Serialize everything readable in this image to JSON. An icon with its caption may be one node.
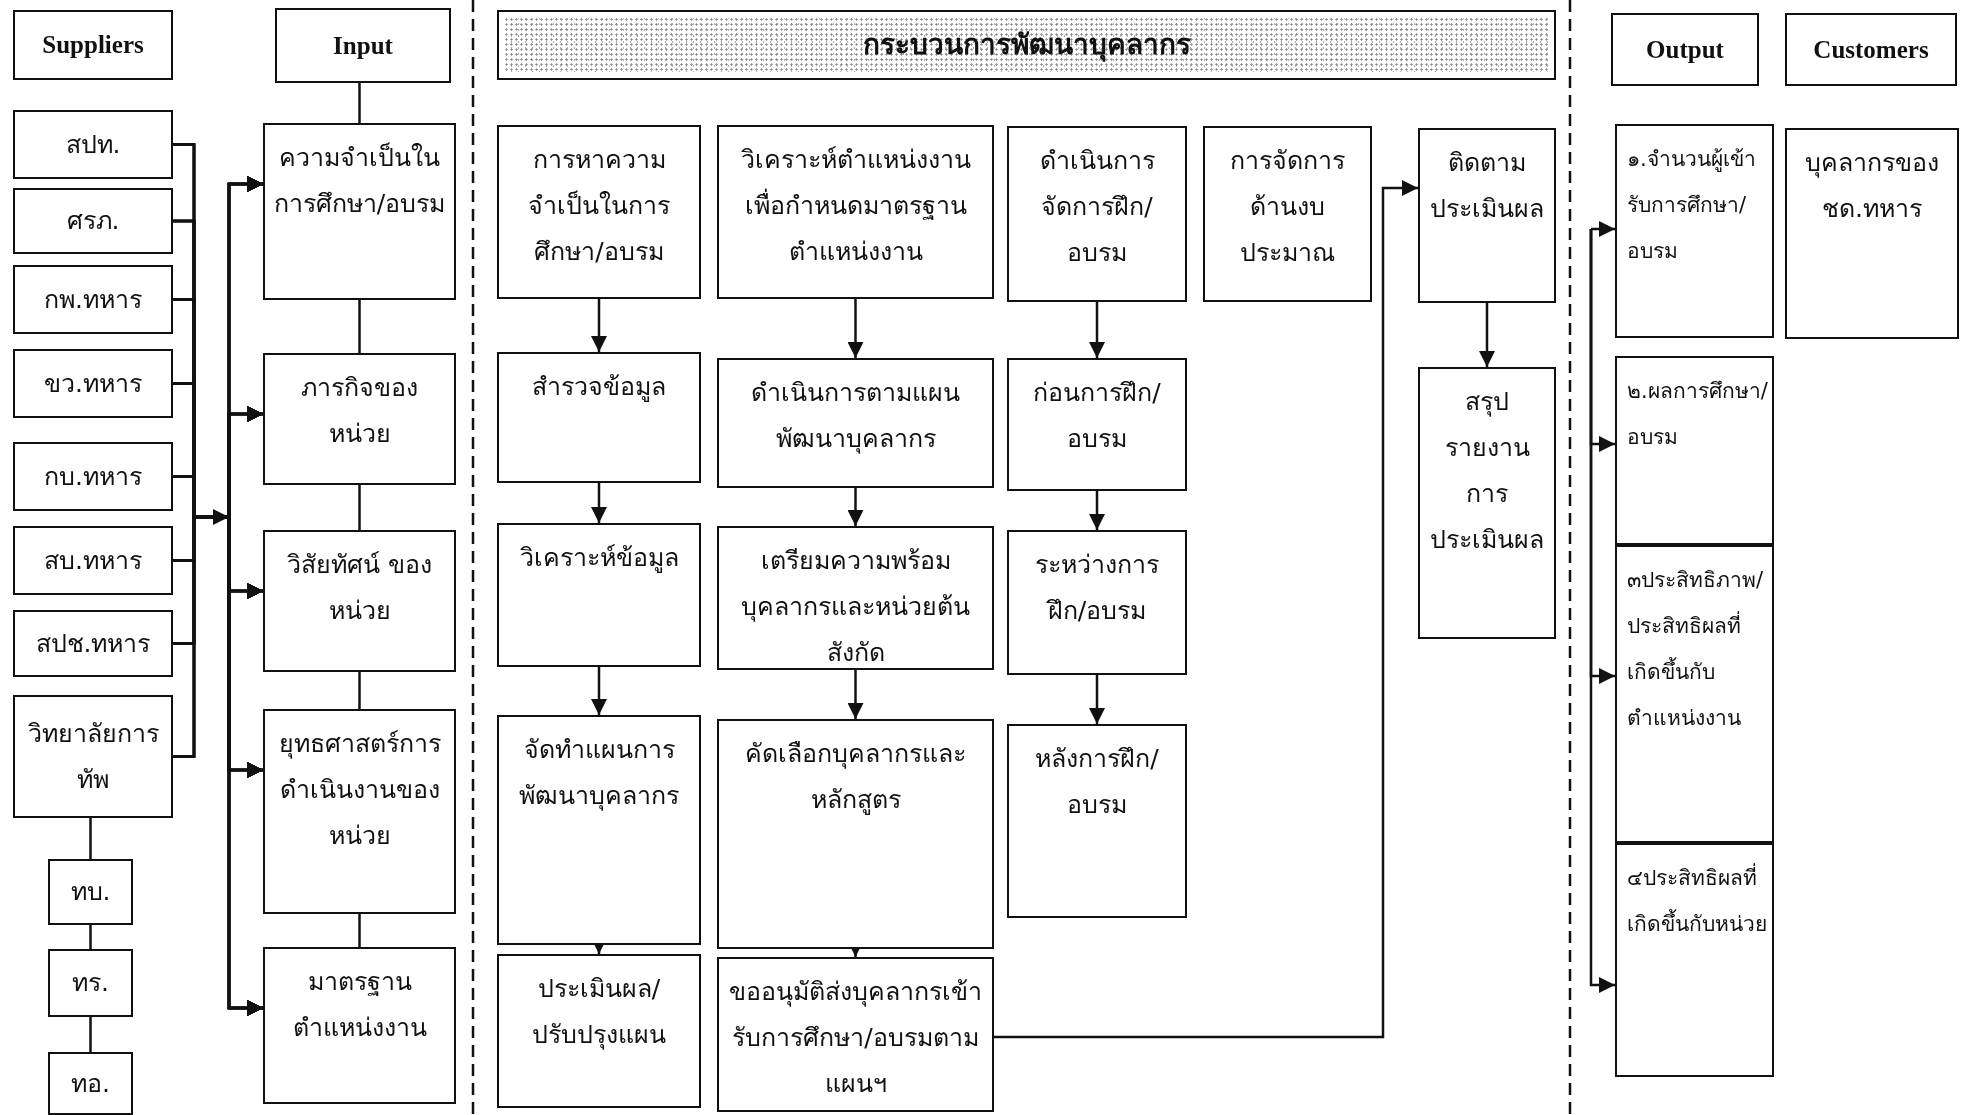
{
  "diagram": {
    "nodes": [
      {
        "text": [
          "Suppliers"
        ]
      },
      {
        "text": [
          "Input"
        ]
      },
      {
        "text": [
          "กระบวนการพัฒนาบุคลากร"
        ]
      },
      {
        "text": [
          "Output"
        ]
      },
      {
        "text": [
          "Customers"
        ]
      },
      {
        "text": [
          "สปท."
        ]
      },
      {
        "text": [
          "ศรภ."
        ]
      },
      {
        "text": [
          "กพ.ทหาร"
        ]
      },
      {
        "text": [
          "ขว.ทหาร"
        ]
      },
      {
        "text": [
          "กบ.ทหาร"
        ]
      },
      {
        "text": [
          "สบ.ทหาร"
        ]
      },
      {
        "text": [
          "สปช.ทหาร"
        ]
      },
      {
        "text": [
          "วิทยาลัยการทัพ"
        ]
      },
      {
        "text": [
          "ทบ."
        ]
      },
      {
        "text": [
          "ทร."
        ]
      },
      {
        "text": [
          "ทอ."
        ]
      },
      {
        "text": [
          "ความจำเป็นในการศึกษา/อบรม"
        ]
      },
      {
        "text": [
          "ภารกิจของหน่วย"
        ]
      },
      {
        "text": [
          "วิสัยทัศน์ ของหน่วย"
        ]
      },
      {
        "text": [
          "ยุทธศาสตร์การดำเนินงานของหน่วย"
        ]
      },
      {
        "text": [
          "มาตรฐานตำแหน่งงาน"
        ]
      },
      {
        "text": [
          "การหาความจำเป็นในการศึกษา/อบรม"
        ]
      },
      {
        "text": [
          "สำรวจข้อมูล"
        ]
      },
      {
        "text": [
          "วิเคราะห์ข้อมูล"
        ]
      },
      {
        "text": [
          "จัดทำแผนการพัฒนาบุคลากร"
        ]
      },
      {
        "text": [
          "ประเมินผล/ปรับปรุงแผน"
        ]
      },
      {
        "text": [
          "วิเคราะห์ตำแหน่งงานเพื่อกำหนดมาตรฐานตำแหน่งงาน"
        ]
      },
      {
        "text": [
          "ดำเนินการตามแผนพัฒนาบุคลากร"
        ]
      },
      {
        "text": [
          "เตรียมความพร้อมบุคลากรและหน่วยต้นสังกัด"
        ]
      },
      {
        "text": [
          "คัดเลือกบุคลากรและหลักสูตร"
        ]
      },
      {
        "text": [
          "ขออนุมัติส่งบุคลากรเข้ารับการศึกษา/อบรมตามแผนฯ"
        ]
      },
      {
        "text": [
          "ดำเนินการจัดการฝึก/อบรม"
        ]
      },
      {
        "text": [
          "ก่อนการฝึก/อบรม"
        ]
      },
      {
        "text": [
          "ระหว่างการฝึก/อบรม"
        ]
      },
      {
        "text": [
          "หลังการฝึก/อบรม"
        ]
      },
      {
        "text": [
          "การจัดการด้านงบประมาณ"
        ]
      },
      {
        "text": [
          "ติดตามประเมินผล"
        ]
      },
      {
        "text": [
          "สรุปรายงานการประเมินผล"
        ]
      },
      {
        "text": [
          "๑.จำนวนผู้เข้ารับการศึกษา/อบรม"
        ]
      },
      {
        "text": [
          "๒.ผลการศึกษา/อบรม"
        ]
      },
      {
        "text": [
          "๓ประสิทธิภาพ/ประสิทธิผลที่เกิดขึ้นกับตำแหน่งงาน"
        ]
      },
      {
        "text": [
          "๔ประสิทธิผลที่เกิดขึ้นกับหน่วย"
        ]
      },
      {
        "text": [
          "บุคลากรของชด.ทหาร"
        ]
      }
    ],
    "edges": [
      {
        "from": 1,
        "to": 16,
        "arrow": "none"
      },
      {
        "from": 16,
        "to": 17,
        "arrow": "none"
      },
      {
        "from": 17,
        "to": 18,
        "arrow": "none"
      },
      {
        "from": 18,
        "to": 19,
        "arrow": "none"
      },
      {
        "from": 19,
        "to": 20,
        "arrow": "none"
      },
      {
        "from": 12,
        "to": 13,
        "arrow": "none"
      },
      {
        "from": 13,
        "to": 14,
        "arrow": "none"
      },
      {
        "from": 14,
        "to": 15,
        "arrow": "none"
      },
      {
        "from": 5,
        "to": 16,
        "arrow": "to"
      },
      {
        "from": 5,
        "to": 17,
        "arrow": "to"
      },
      {
        "from": 5,
        "to": 18,
        "arrow": "to"
      },
      {
        "from": 5,
        "to": 19,
        "arrow": "to"
      },
      {
        "from": 5,
        "to": 20,
        "arrow": "to"
      },
      {
        "from": 6,
        "to": 16,
        "arrow": "to"
      },
      {
        "from": 6,
        "to": 17,
        "arrow": "to"
      },
      {
        "from": 6,
        "to": 18,
        "arrow": "to"
      },
      {
        "from": 6,
        "to": 19,
        "arrow": "to"
      },
      {
        "from": 6,
        "to": 20,
        "arrow": "to"
      },
      {
        "from": 7,
        "to": 16,
        "arrow": "to"
      },
      {
        "from": 7,
        "to": 17,
        "arrow": "to"
      },
      {
        "from": 7,
        "to": 18,
        "arrow": "to"
      },
      {
        "from": 7,
        "to": 19,
        "arrow": "to"
      },
      {
        "from": 7,
        "to": 20,
        "arrow": "to"
      },
      {
        "from": 8,
        "to": 16,
        "arrow": "to"
      },
      {
        "from": 8,
        "to": 17,
        "arrow": "to"
      },
      {
        "from": 8,
        "to": 18,
        "arrow": "to"
      },
      {
        "from": 8,
        "to": 19,
        "arrow": "to"
      },
      {
        "from": 8,
        "to": 20,
        "arrow": "to"
      },
      {
        "from": 9,
        "to": 16,
        "arrow": "to"
      },
      {
        "from": 9,
        "to": 17,
        "arrow": "to"
      },
      {
        "from": 9,
        "to": 18,
        "arrow": "to"
      },
      {
        "from": 9,
        "to": 19,
        "arrow": "to"
      },
      {
        "from": 9,
        "to": 20,
        "arrow": "to"
      },
      {
        "from": 10,
        "to": 16,
        "arrow": "to"
      },
      {
        "from": 10,
        "to": 17,
        "arrow": "to"
      },
      {
        "from": 10,
        "to": 18,
        "arrow": "to"
      },
      {
        "from": 10,
        "to": 19,
        "arrow": "to"
      },
      {
        "from": 10,
        "to": 20,
        "arrow": "to"
      },
      {
        "from": 11,
        "to": 16,
        "arrow": "to"
      },
      {
        "from": 11,
        "to": 17,
        "arrow": "to"
      },
      {
        "from": 11,
        "to": 18,
        "arrow": "to"
      },
      {
        "from": 11,
        "to": 19,
        "arrow": "to"
      },
      {
        "from": 11,
        "to": 20,
        "arrow": "to"
      },
      {
        "from": 12,
        "to": 16,
        "arrow": "to"
      },
      {
        "from": 12,
        "to": 17,
        "arrow": "to"
      },
      {
        "from": 12,
        "to": 18,
        "arrow": "to"
      },
      {
        "from": 12,
        "to": 19,
        "arrow": "to"
      },
      {
        "from": 12,
        "to": 20,
        "arrow": "to"
      },
      {
        "from": 21,
        "to": 22,
        "arrow": "to"
      },
      {
        "from": 22,
        "to": 23,
        "arrow": "to"
      },
      {
        "from": 23,
        "to": 24,
        "arrow": "to"
      },
      {
        "from": 24,
        "to": 25,
        "arrow": "to"
      },
      {
        "from": 26,
        "to": 27,
        "arrow": "to"
      },
      {
        "from": 27,
        "to": 28,
        "arrow": "to"
      },
      {
        "from": 28,
        "to": 29,
        "arrow": "to"
      },
      {
        "from": 29,
        "to": 30,
        "arrow": "to"
      },
      {
        "from": 31,
        "to": 32,
        "arrow": "to"
      },
      {
        "from": 32,
        "to": 33,
        "arrow": "to"
      },
      {
        "from": 33,
        "to": 34,
        "arrow": "to"
      },
      {
        "from": 36,
        "to": 37,
        "arrow": "to"
      },
      {
        "from": 30,
        "to": 36,
        "arrow": "to"
      },
      {
        "from": null,
        "to": 38,
        "arrow": "to"
      },
      {
        "from": null,
        "to": 39,
        "arrow": "to"
      },
      {
        "from": null,
        "to": 40,
        "arrow": "to"
      },
      {
        "from": null,
        "to": 41,
        "arrow": "to"
      }
    ]
  }
}
